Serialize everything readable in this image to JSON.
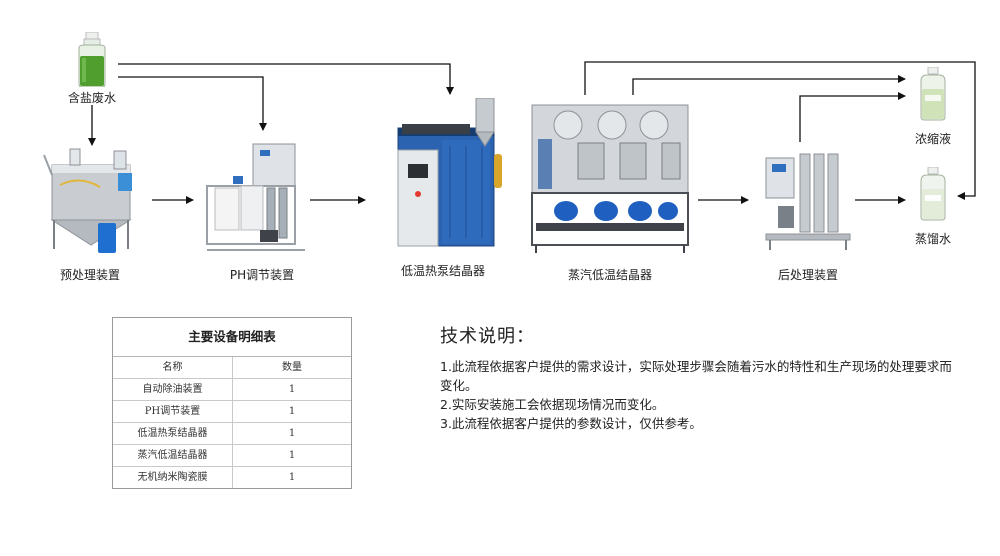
{
  "nodes": {
    "saline_wastewater": "含盐废水",
    "pretreatment": "预处理装置",
    "ph_adjust": "PH调节装置",
    "heat_pump_crystallizer": "低温热泵结晶器",
    "steam_crystallizer": "蒸汽低温结晶器",
    "post_treatment": "后处理装置",
    "concentrate": "浓缩液",
    "distilled_water": "蒸馏水"
  },
  "table": {
    "title": "主要设备明细表",
    "headers": [
      "名称",
      "数量"
    ],
    "rows": [
      {
        "name": "自动除油装置",
        "qty": "1"
      },
      {
        "name": "PH调节装置",
        "qty": "1"
      },
      {
        "name": "低温热泵结晶器",
        "qty": "1"
      },
      {
        "name": "蒸汽低温结晶器",
        "qty": "1"
      },
      {
        "name": "无机纳米陶瓷膜",
        "qty": "1"
      }
    ]
  },
  "notes": {
    "heading": "技术说明：",
    "items": [
      "1.此流程依据客户提供的需求设计，实际处理步骤会随着污水的特性和生产现场的处理要求而变化。",
      "2.实际安装施工会依据现场情况而变化。",
      "3.此流程依据客户提供的参数设计，仅供参考。"
    ]
  },
  "colors": {
    "liquid_green": "#4f9e2e",
    "liquid_light": "#d6e6c0",
    "machine_blue": "#2b63b0",
    "steel": "#c8ccd0"
  }
}
